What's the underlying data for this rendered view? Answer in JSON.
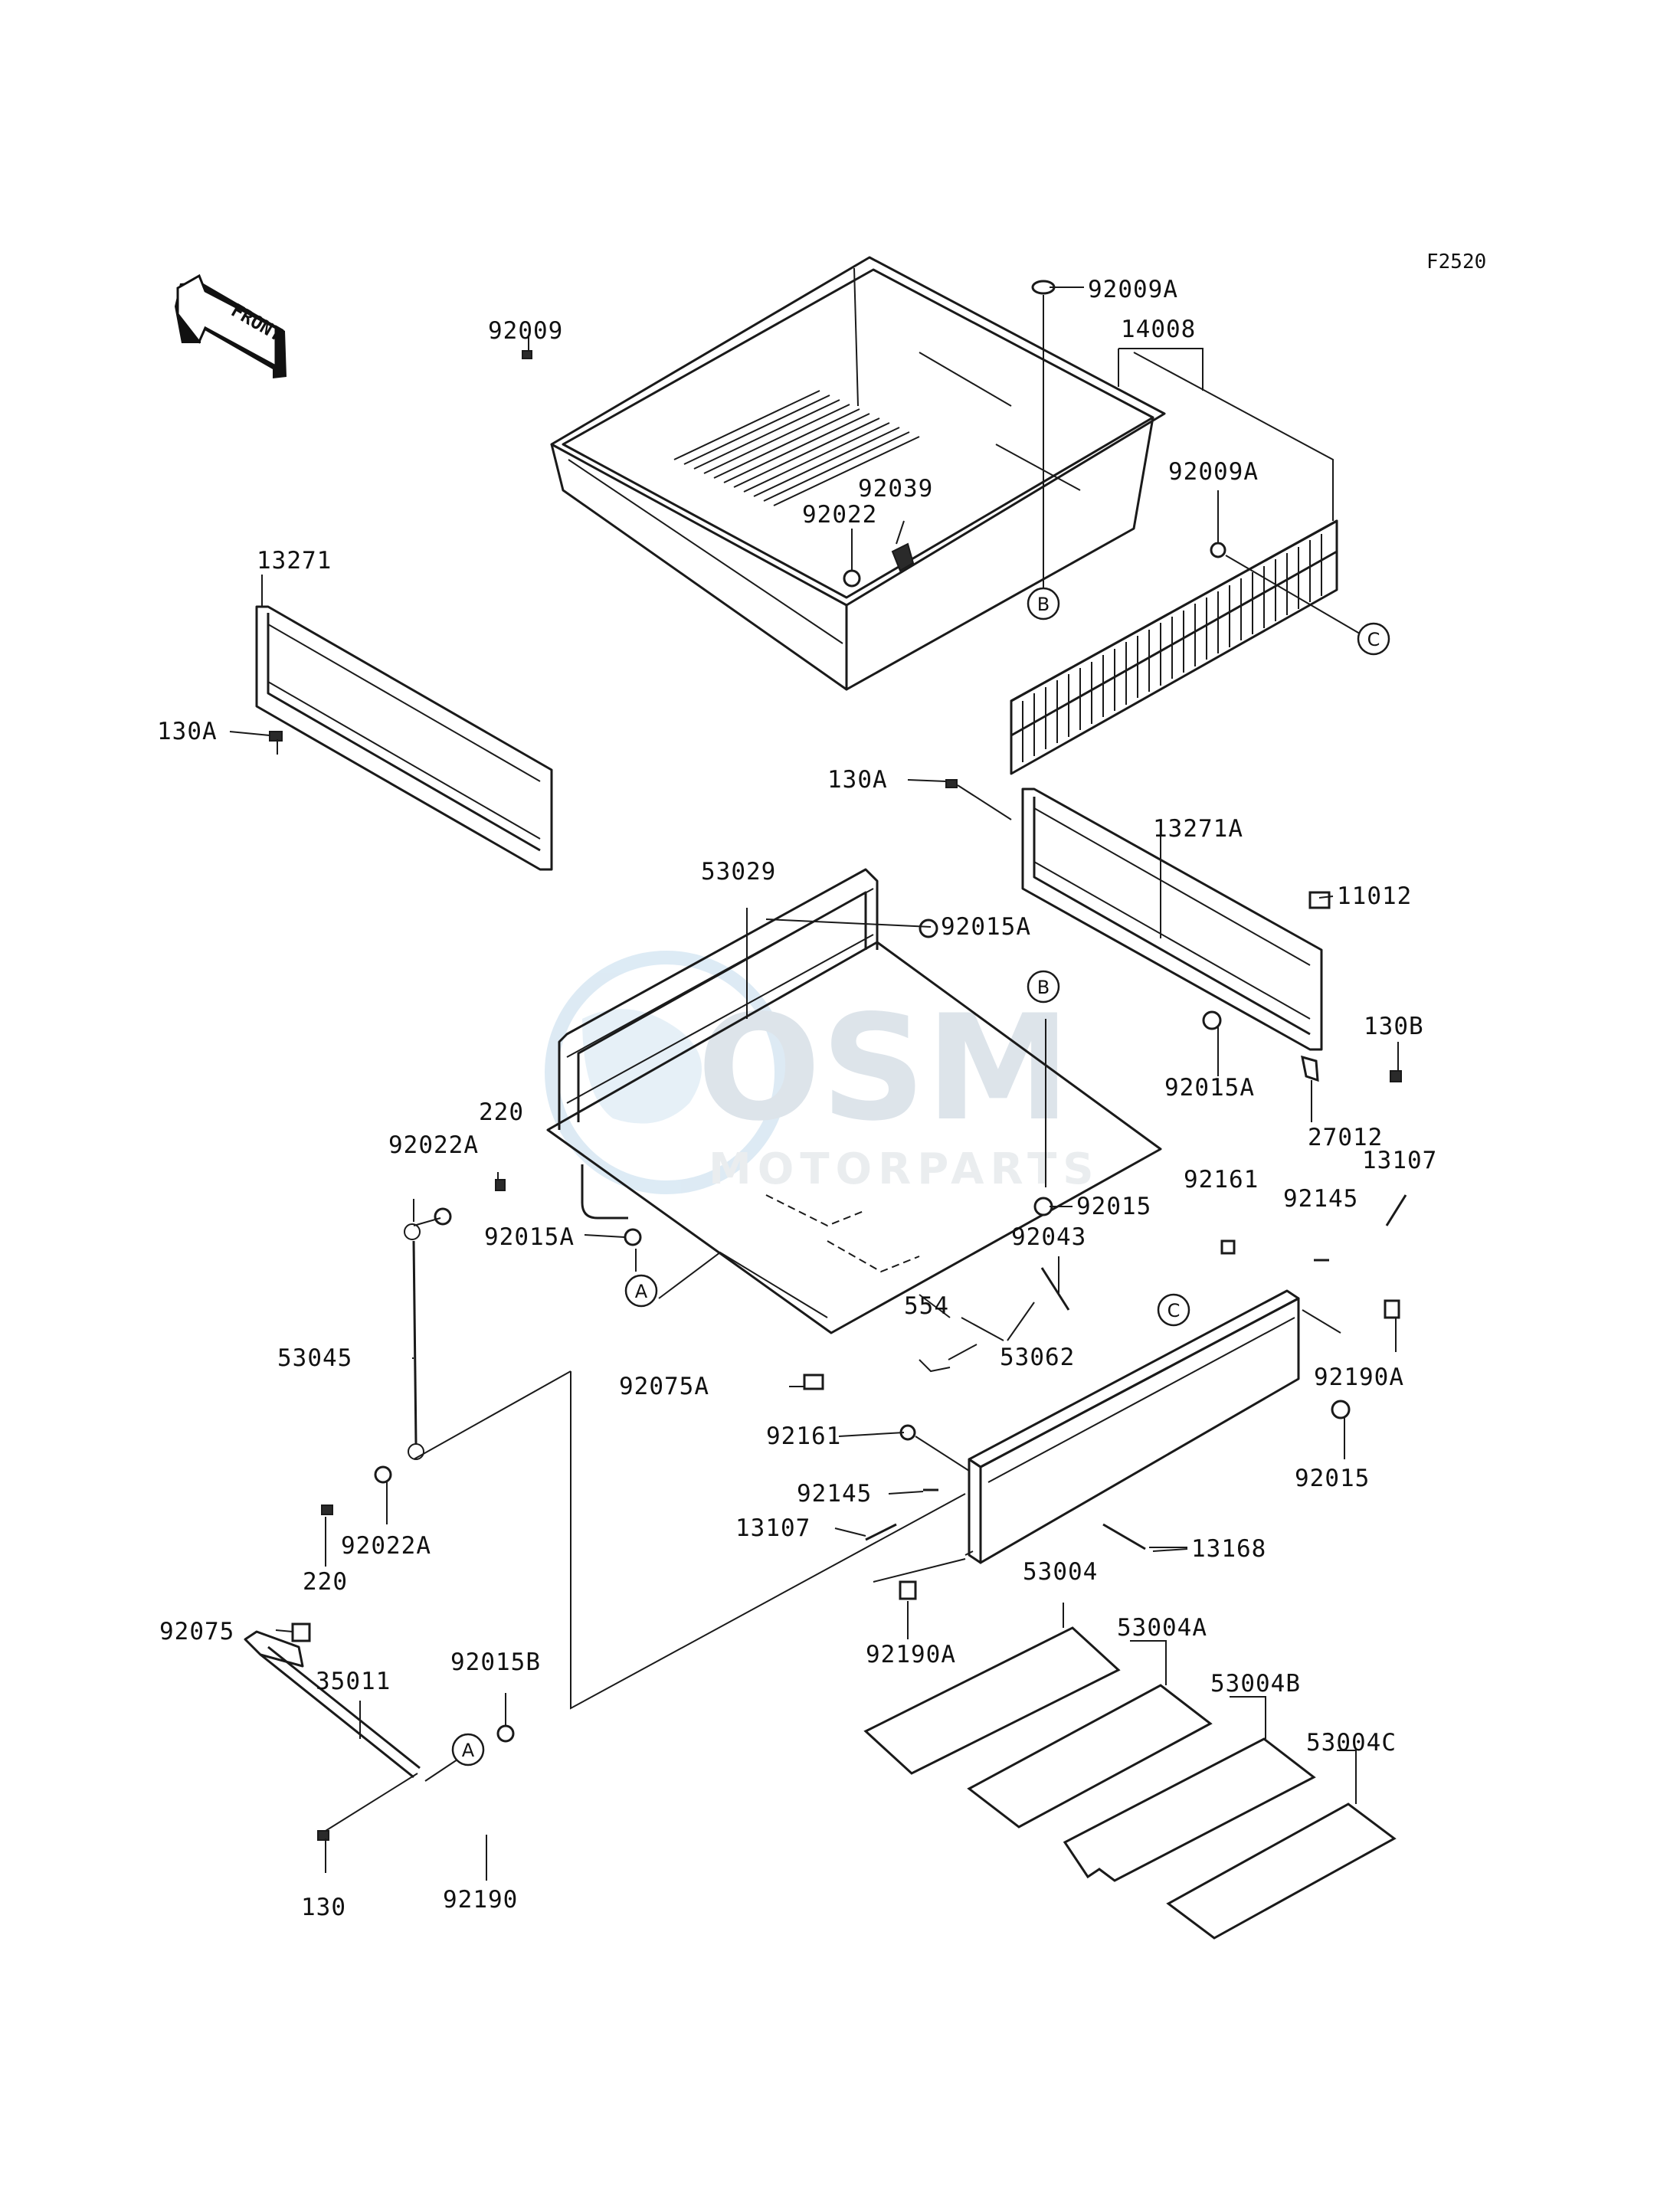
{
  "figure_code": "F2520",
  "front_label": "FRONT",
  "watermark": {
    "brand": "OSM",
    "sub": "MOTORPARTS"
  },
  "reference_markers": [
    "A",
    "B",
    "C"
  ],
  "part_labels": {
    "p92009": "92009",
    "p92009A_top": "92009A",
    "p14008": "14008",
    "p92009A_mid": "92009A",
    "p92039": "92039",
    "p92022": "92022",
    "p13271": "13271",
    "p130A_left": "130A",
    "p130A_mid": "130A",
    "p13271A": "13271A",
    "p11012": "11012",
    "p53029": "53029",
    "p92015A_top": "92015A",
    "p130B": "130B",
    "p92015A_right": "92015A",
    "p27012": "27012",
    "p220_top": "220",
    "p92022A_top": "92022A",
    "p13107_right": "13107",
    "p92161_right": "92161",
    "p92145_right": "92145",
    "p92015": "92015",
    "p92015A_left": "92015A",
    "p92043": "92043",
    "p554": "554",
    "p53045": "53045",
    "p92075A": "92075A",
    "p53062": "53062",
    "p92190A_right": "92190A",
    "p92161_left": "92161",
    "p92145_left": "92145",
    "p92015_lower": "92015",
    "p13107_left": "13107",
    "p13168": "13168",
    "p92022A_low": "92022A",
    "p220_low": "220",
    "p53004": "53004",
    "p53004A": "53004A",
    "p92190A_low": "92190A",
    "p92075": "92075",
    "p35011": "35011",
    "p92015B": "92015B",
    "p53004B": "53004B",
    "p53004C": "53004C",
    "p130": "130",
    "p92190": "92190"
  }
}
